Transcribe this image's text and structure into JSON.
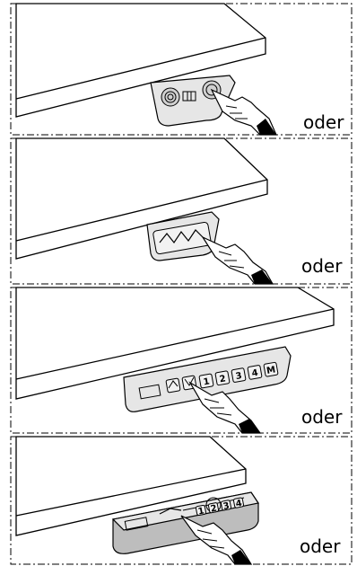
{
  "panels": [
    {
      "label": "oder"
    },
    {
      "label": "oder"
    },
    {
      "label": "oder"
    },
    {
      "label": "oder"
    }
  ],
  "keypads": {
    "panel3_keys": [
      "1",
      "2",
      "3",
      "4",
      "M"
    ],
    "panel4_keys": [
      "1",
      "2",
      "3",
      "4"
    ]
  },
  "colors": {
    "line": "#000000",
    "keypad_fill": "#e6e6e6",
    "keypad_shadow": "#bdbdbd",
    "table_fill": "#ffffff"
  }
}
